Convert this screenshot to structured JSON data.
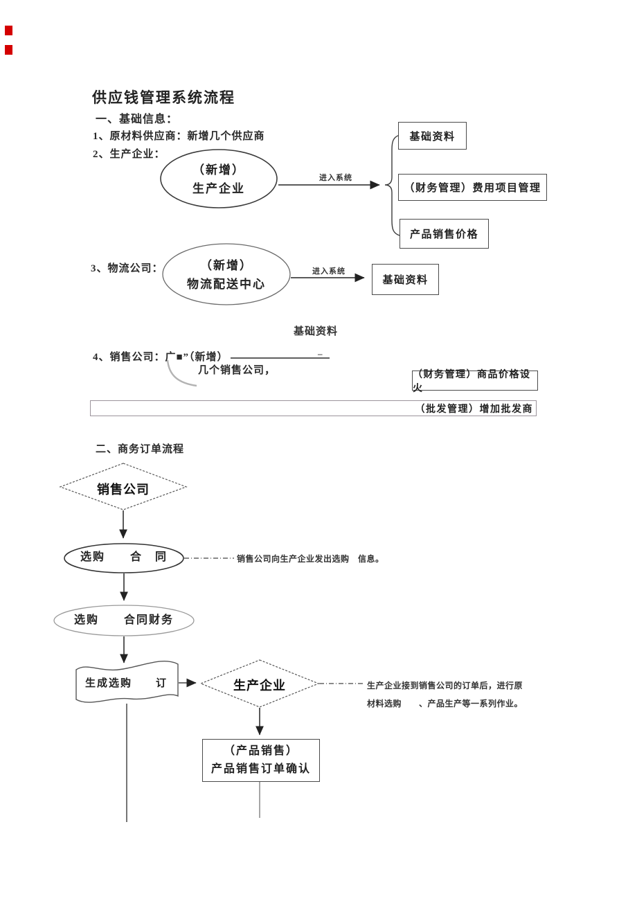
{
  "artifacts": {
    "red_mark_color": "#d40000",
    "red_mark_count": 2
  },
  "title": "供应钱管理系统流程",
  "basics": {
    "heading": "一、基础信息：",
    "item1": "1、原材料供应商：新增几个供应商",
    "item2": "2、生产企业：",
    "item3": "3、物流公司：",
    "item4": "4、销售公司：广■”（新增）",
    "item4_dash": "–",
    "item4_note": "几个销售公司，",
    "producer": {
      "ellipse": [
        "（新增）",
        "生产企业"
      ],
      "arrow_label": "进入系统",
      "box1": "基础资料",
      "box2": "（财务管理）费用项目管理",
      "box3": "产品销售价格"
    },
    "logistics": {
      "ellipse": [
        "（新增）",
        "物流配送中心"
      ],
      "arrow_label": "进入系统",
      "box": "基础资料"
    },
    "floating_label": "基础资料",
    "finance_box": "（财务管理）商品价格设火",
    "wholesale_box": "（批发管理）增加批发商"
  },
  "orders": {
    "heading": "二、商务订单流程",
    "diamond_sales": "销售公司",
    "ellipse_contract": "选购　　合　同",
    "note_contract": "销售公司向生产企业发出选购　信息。",
    "ellipse_finance": "选购　　合同财务",
    "doc_order": "生成选购　　订",
    "diamond_producer": "生产企业",
    "note_producer1": "生产企业接到销售公司的订单后，进行原",
    "note_producer2": "材料选购　　、产品生产等一系列作业。",
    "confirm_box1": "（产品销售）",
    "confirm_box2": "产品销售订单确认"
  }
}
